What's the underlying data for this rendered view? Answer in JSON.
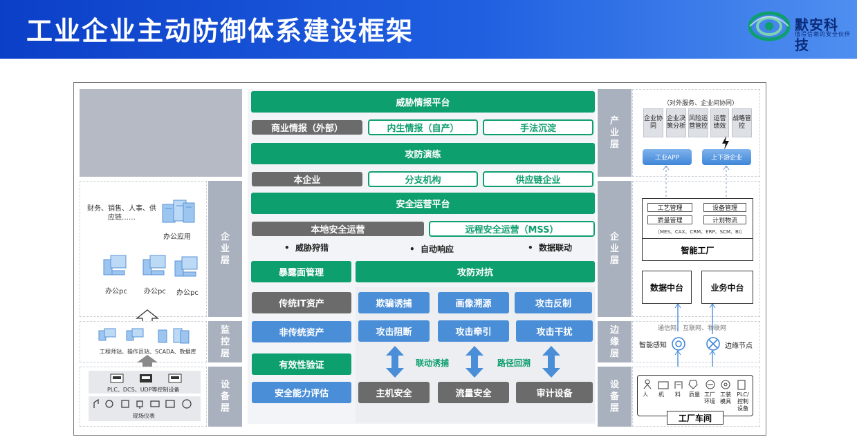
{
  "header": {
    "title": "工业企业主动防御体系建设框架"
  },
  "logo": {
    "name": "默安科技",
    "tagline": "值得信赖的安全伙伴"
  },
  "left": {
    "enterprise_label": "企业层",
    "monitor_label": "监控层",
    "device_label": "设备层",
    "biz_text": "财务、销售、人事、供应链……",
    "office_app": "办公应用",
    "office_pc": "办公pc",
    "workstation_text": "工程师站、操作员站、SCADA、数据库",
    "plc_text": "PLC、DCS、UDP等控制设备",
    "instrument_text": "现场仪表"
  },
  "center": {
    "threat_intel": "威胁情报平台",
    "commercial_intel": "商业情报（外部）",
    "internal_intel": "内生情报（自产）",
    "technique": "手法沉淀",
    "attack_drill": "攻防演练",
    "this_company": "本企业",
    "branch": "分支机构",
    "supply_chain": "供应链企业",
    "soc": "安全运营平台",
    "local_ops": "本地安全运营",
    "remote_ops": "远程安全运营（MSS）",
    "bullets": [
      "威胁狩猎",
      "自动响应",
      "数据联动"
    ],
    "exposure": "暴露面管理",
    "confrontation": "攻防对抗",
    "traditional_it": "传统IT资产",
    "non_traditional": "非传统资产",
    "validation": "有效性验证",
    "capability": "安全能力评估",
    "deception": "欺骗诱捕",
    "profiling": "画像溯源",
    "counter": "攻击反制",
    "block": "攻击阻断",
    "traction": "攻击牵引",
    "interference": "攻击干扰",
    "linkage": "联动诱捕",
    "path_trace": "路径回溯",
    "host_sec": "主机安全",
    "flow_sec": "流量安全",
    "audit": "审计设备"
  },
  "right": {
    "industry_label": "产业层",
    "enterprise_label": "企业层",
    "edge_label": "边缘层",
    "device_label": "设备层",
    "external_service": "（对外服务、企业间协同）",
    "services": [
      "企业协同",
      "企业决策分析",
      "风险运营管控",
      "运营绩效",
      "战略管控"
    ],
    "industrial_app": "工业APP",
    "updown": "上下游企业",
    "mgmt": [
      "工艺管理",
      "设备管理",
      "质量管理",
      "计划物流"
    ],
    "mes": "（MES、CAX、CRM、ERP、SCM、BI）",
    "smart_factory": "智能工厂",
    "data_center": "数据中台",
    "biz_center": "业务中台",
    "network": "通信网、互联网、物联网",
    "smart_sense": "智能感知",
    "edge_node": "边缘节点",
    "device_items": [
      "人",
      "机",
      "料",
      "质量",
      "工厂环境",
      "工装模具",
      "PLC/控制设备"
    ],
    "workshop": "工厂车间"
  },
  "colors": {
    "green": "#0e9f6e",
    "blue": "#4a8ed8",
    "grey": "#6b6b6b",
    "label": "#a9b1be"
  }
}
